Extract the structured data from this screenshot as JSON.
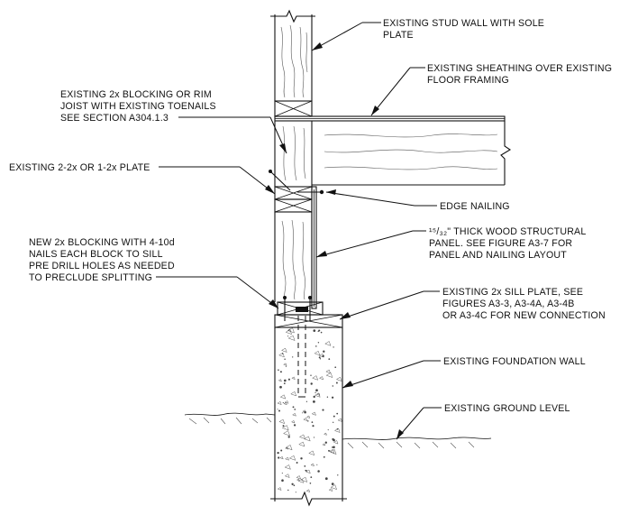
{
  "diagram": {
    "callouts": {
      "stud_wall": [
        "EXISTING STUD WALL WITH SOLE",
        "PLATE"
      ],
      "sheathing": [
        "EXISTING SHEATHING OVER EXISTING",
        "FLOOR FRAMING"
      ],
      "blocking": [
        "EXISTING 2x BLOCKING OR RIM",
        "JOIST WITH EXISTING TOENAILS",
        "SEE SECTION A304.1.3"
      ],
      "plate": [
        "EXISTING 2-2x OR 1-2x PLATE"
      ],
      "edge_nailing": [
        "EDGE NAILING"
      ],
      "panel": [
        "¹⁵/₃₂\" THICK WOOD STRUCTURAL",
        "PANEL. SEE FIGURE A3-7 FOR",
        "PANEL AND NAILING LAYOUT"
      ],
      "new_blocking": [
        "NEW 2x BLOCKING WITH 4-10d",
        "NAILS EACH BLOCK TO SILL",
        "PRE DRILL HOLES AS NEEDED",
        "TO PRECLUDE SPLITTING"
      ],
      "sill_plate": [
        "EXISTING 2x SILL PLATE, SEE",
        "FIGURES A3-3, A3-4A, A3-4B",
        "OR A3-4C FOR NEW CONNECTION"
      ],
      "foundation": [
        "EXISTING FOUNDATION WALL"
      ],
      "ground": [
        "EXISTING GROUND LEVEL"
      ]
    }
  }
}
